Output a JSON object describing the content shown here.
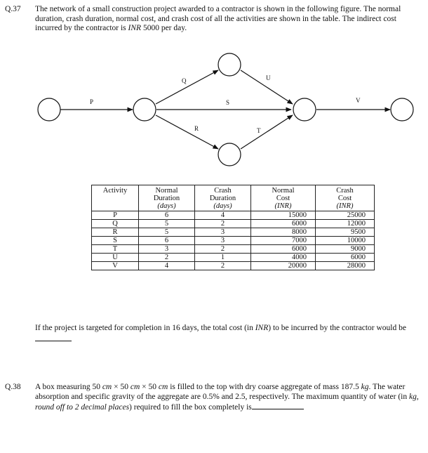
{
  "q37": {
    "number": "Q.37",
    "text_1": "The network of a small construction project awarded to a contractor is shown in the following figure. The normal duration, crash duration, normal cost, and crash cost of all the activities are shown in the table. The indirect cost incurred by the contractor is ",
    "text_1_unit": "INR",
    "text_1_end": " 5000 per day.",
    "network": {
      "activities": [
        "P",
        "Q",
        "R",
        "S",
        "T",
        "U",
        "V"
      ]
    },
    "table": {
      "headers": [
        {
          "lines": [
            "Activity"
          ],
          "italic": ""
        },
        {
          "lines": [
            "Normal",
            "Duration"
          ],
          "italic": "(days)"
        },
        {
          "lines": [
            "Crash",
            "Duration"
          ],
          "italic": "(days)"
        },
        {
          "lines": [
            "Normal",
            "Cost"
          ],
          "italic": "(INR)"
        },
        {
          "lines": [
            "Crash",
            "Cost"
          ],
          "italic": "(INR)"
        }
      ],
      "rows": [
        [
          "P",
          "6",
          "4",
          "15000",
          "25000"
        ],
        [
          "Q",
          "5",
          "2",
          "6000",
          "12000"
        ],
        [
          "R",
          "5",
          "3",
          "8000",
          "9500"
        ],
        [
          "S",
          "6",
          "3",
          "7000",
          "10000"
        ],
        [
          "T",
          "3",
          "2",
          "6000",
          "9000"
        ],
        [
          "U",
          "2",
          "1",
          "4000",
          "6000"
        ],
        [
          "V",
          "4",
          "2",
          "20000",
          "28000"
        ]
      ]
    },
    "follow_1": "If the project is targeted for completion in 16 days, the total cost (in ",
    "follow_unit": "INR",
    "follow_2": ") to be incurred by the contractor would be"
  },
  "q38": {
    "number": "Q.38",
    "t1": "A box measuring 50 ",
    "u1": "cm",
    "t2": " × 50 ",
    "u2": "cm",
    "t3": " × 50 ",
    "u3": "cm",
    "t4": " is filled to the top with dry coarse aggregate of mass 187.5 ",
    "u4": "kg",
    "t5": ". The water absorption and specific gravity of the aggregate are 0.5% and 2.5, respectively. The maximum quantity of water (in ",
    "u5": "kg, round off to 2 decimal places",
    "t6": ") required to fill the box completely is"
  }
}
